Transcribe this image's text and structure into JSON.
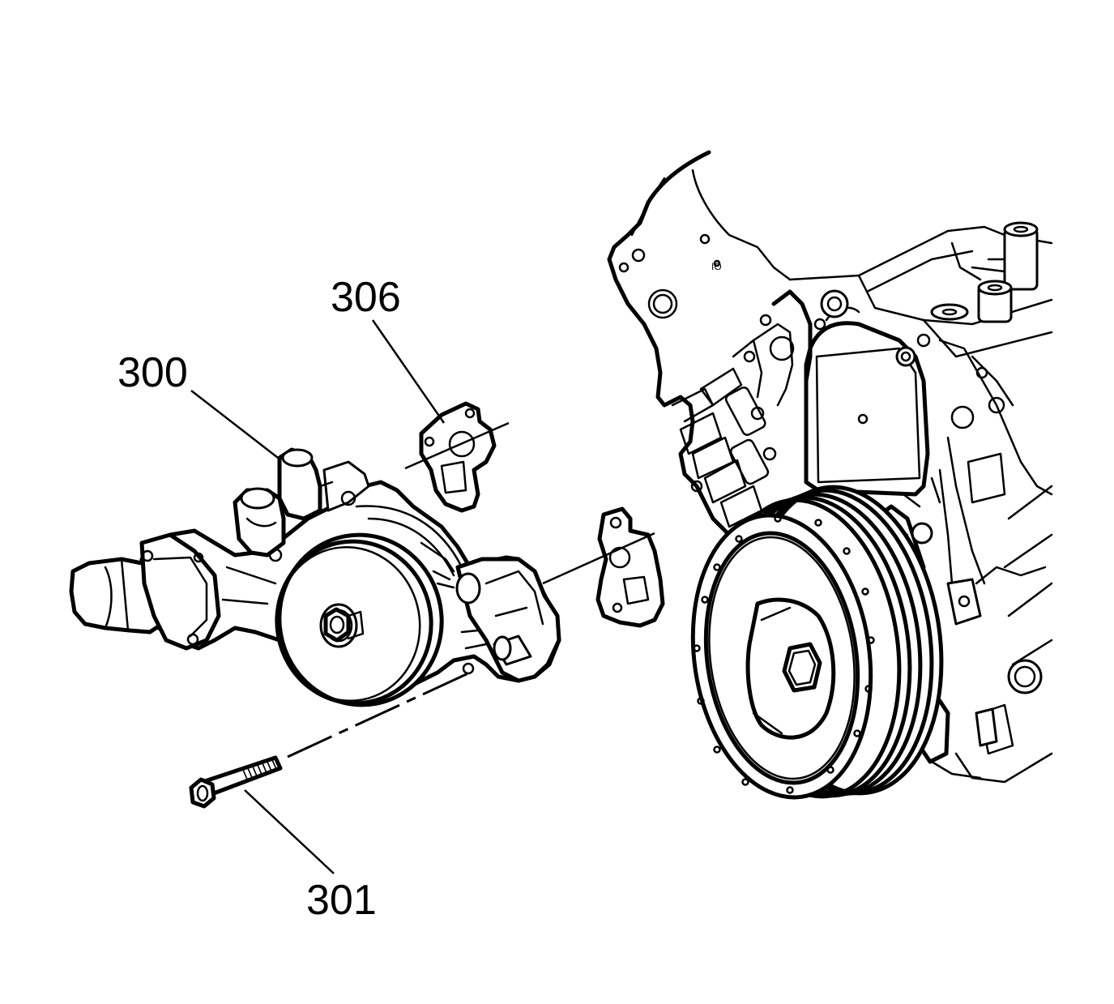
{
  "callouts": {
    "water_pump": "300",
    "bolt": "301",
    "gasket": "306"
  }
}
